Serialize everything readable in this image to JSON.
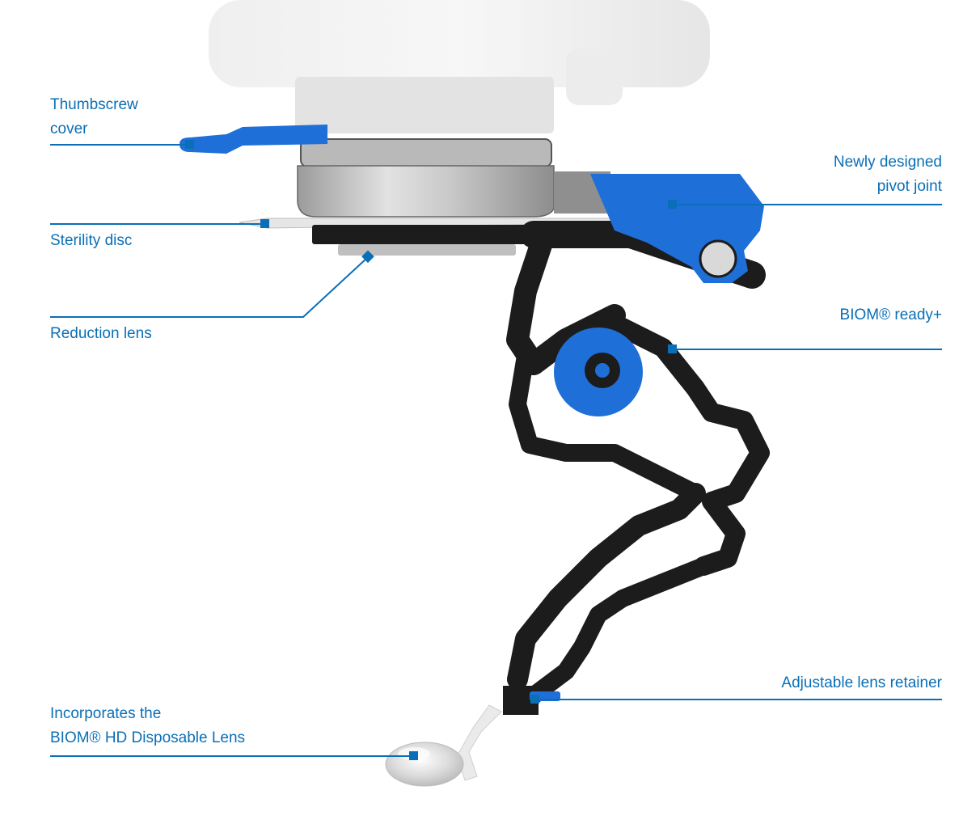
{
  "colors": {
    "accent": "#0a6fb6",
    "component_blue": "#1f6fd8",
    "frame_black": "#1c1c1c",
    "metal": "#c4c4c4",
    "ghost_gray": "#e9e9e9"
  },
  "labels": {
    "thumbscrew_cover": [
      "Thumbscrew",
      "cover"
    ],
    "sterility_disc": [
      "Sterility disc"
    ],
    "reduction_lens": [
      "Reduction lens"
    ],
    "disposable_lens": [
      "Incorporates the",
      "BIOM® HD Disposable Lens"
    ],
    "pivot_joint": [
      "Newly designed",
      "pivot joint"
    ],
    "biom_ready": [
      "BIOM® ready+"
    ],
    "lens_retainer": [
      "Adjustable lens retainer"
    ]
  }
}
